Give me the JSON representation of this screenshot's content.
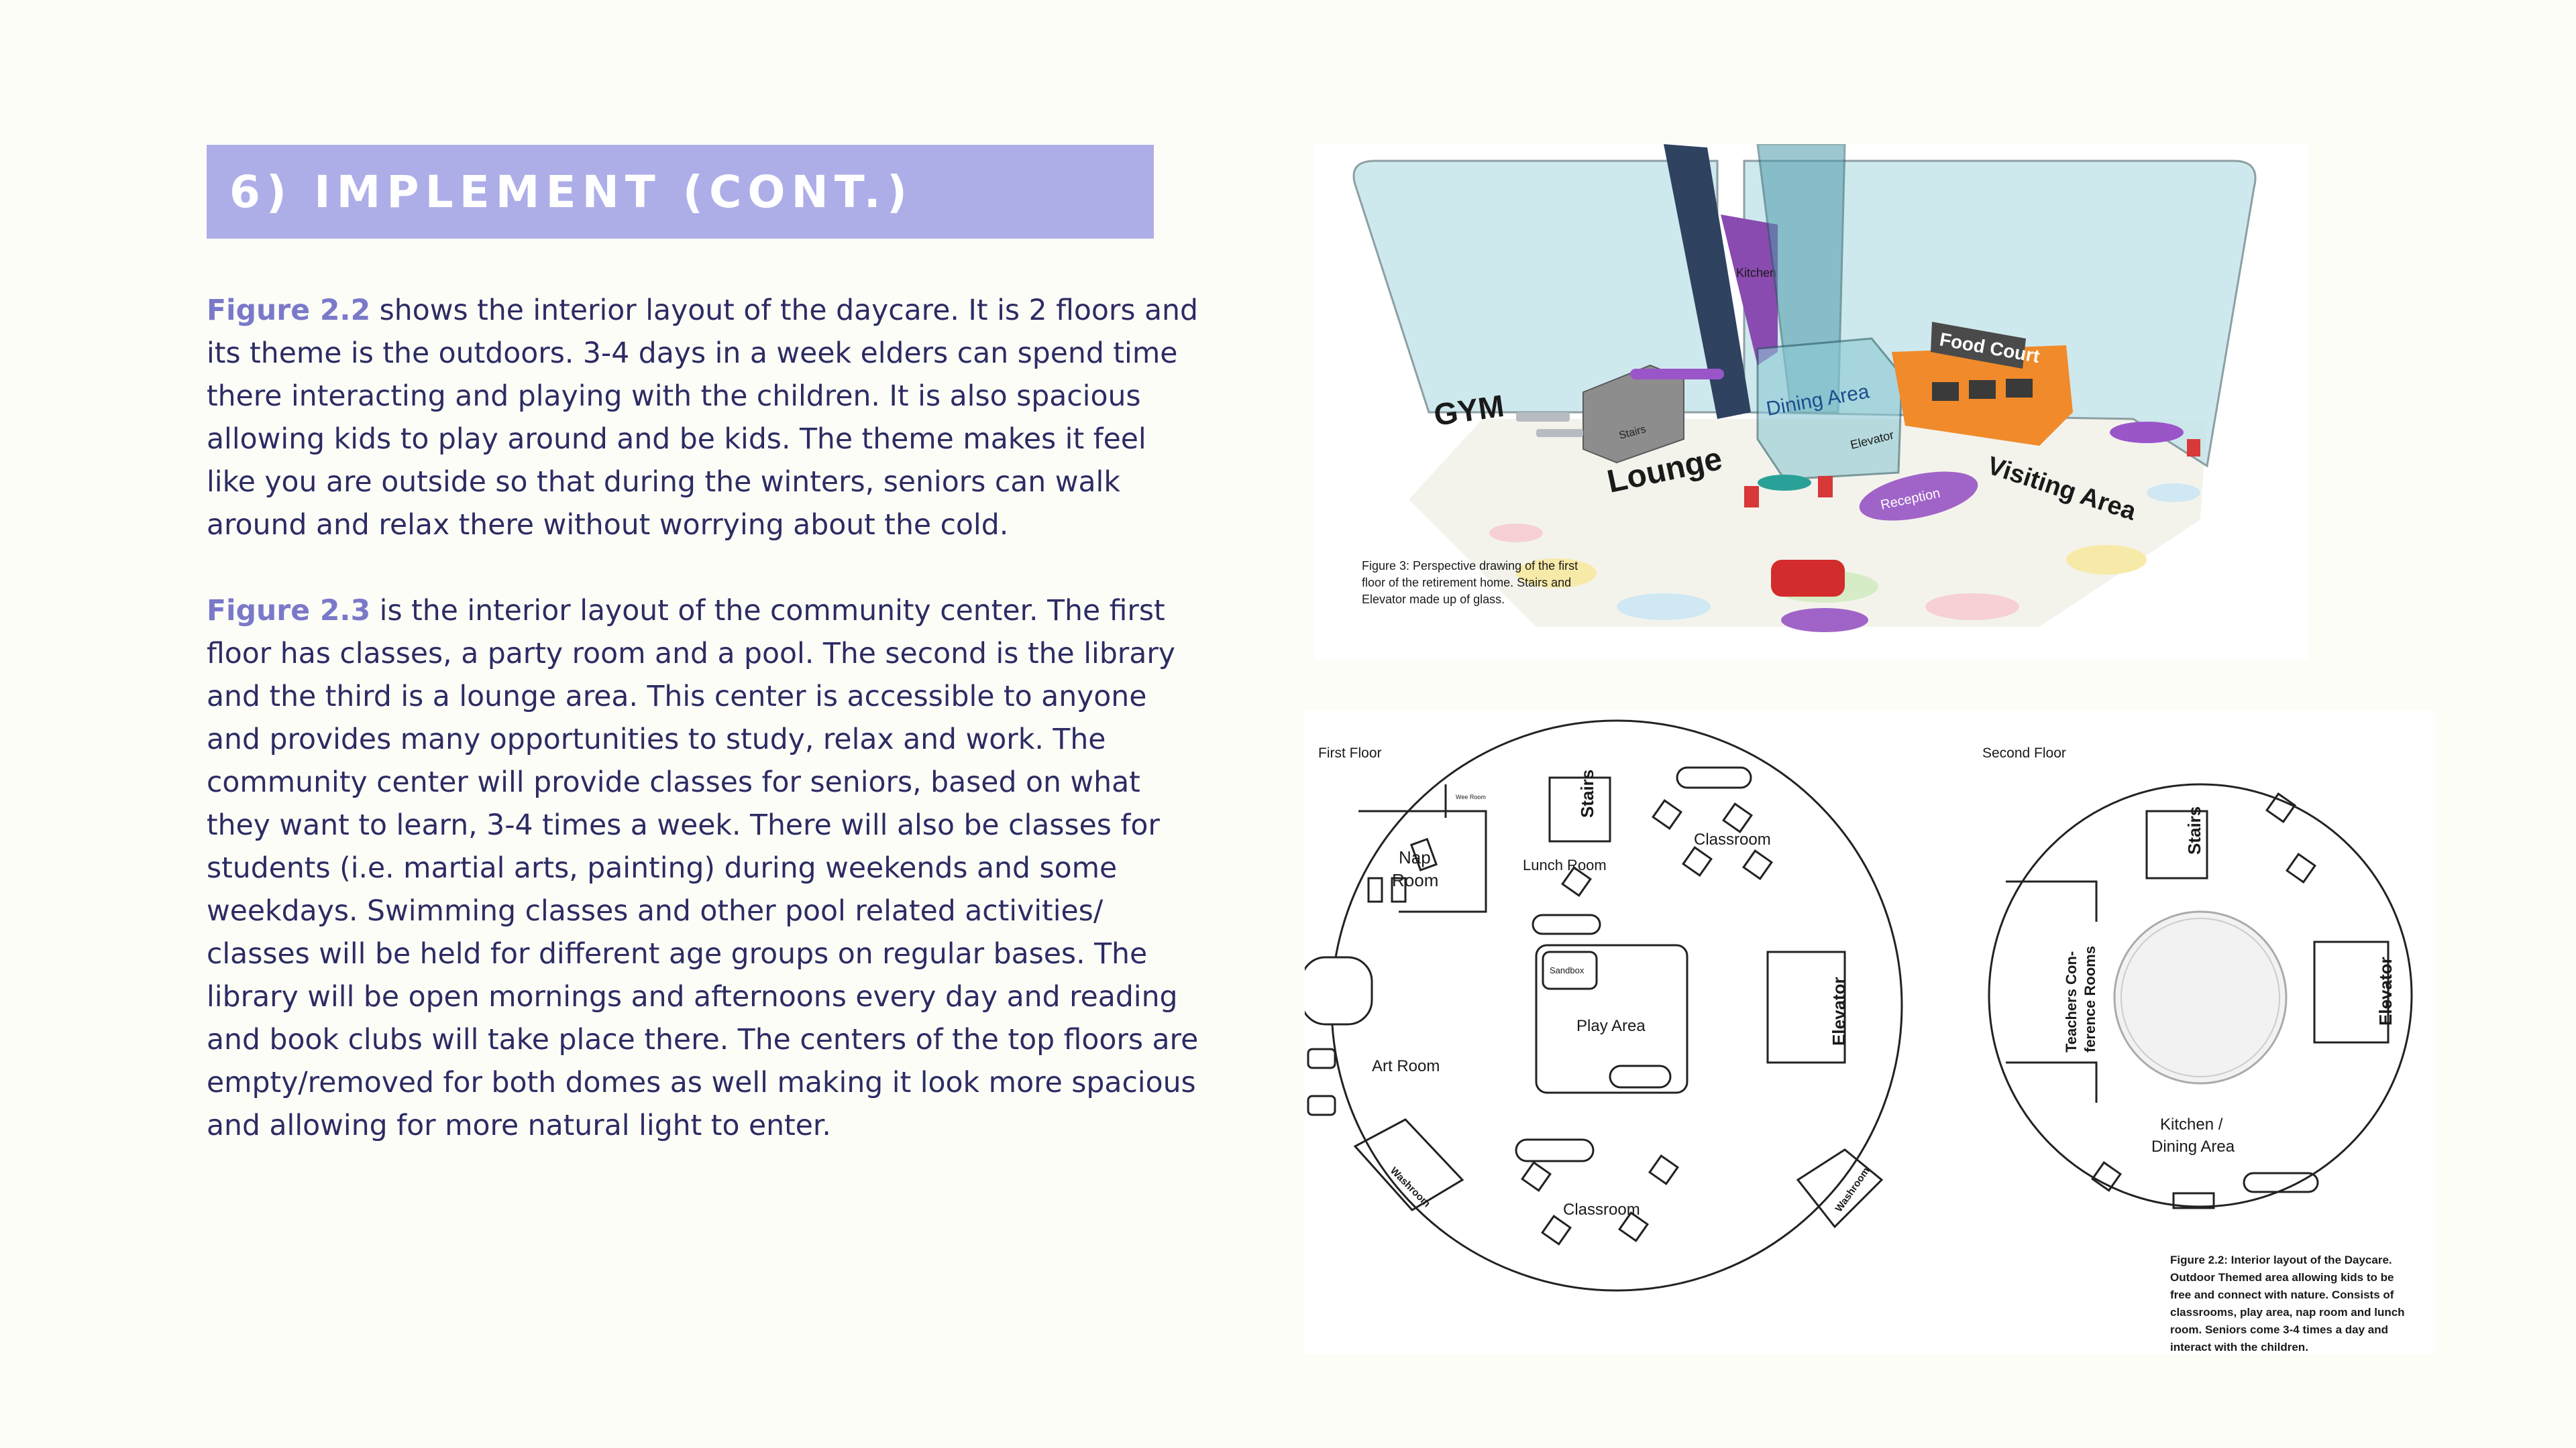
{
  "slide": {
    "title": "6) IMPLEMENT (CONT.)",
    "paragraph1": {
      "figure_ref": "Figure 2.2",
      "text": " shows the interior layout of the daycare. It is 2 floors and its theme is the outdoors. 3-4 days in a week elders can spend time there interacting and playing with the children. It is also spacious allowing kids to play around and be kids. The theme makes it feel like you are outside so that during the winters, seniors can walk around and relax there without worrying about the cold."
    },
    "paragraph2": {
      "figure_ref": "Figure 2.3",
      "text": " is the interior layout of the community center. The first floor has classes, a party room and a pool. The second is the library and the third is a lounge area. This center is accessible to anyone and provides many opportunities to study, relax and work. The community center will provide classes for seniors, based on what they want to learn, 3-4 times a week. There will also be classes for students (i.e. martial arts, painting) during weekends and some weekdays. Swimming classes and other pool related activities/ classes will be held for different age groups on regular bases. The library will be open mornings and afternoons every day and reading and book clubs will take place there. The centers of the top floors are empty/removed for both domes as well making it look more spacious and allowing for more natural light to enter."
    }
  },
  "render": {
    "labels": {
      "gym": "GYM",
      "lounge": "Lounge",
      "kitchen": "Kitchen",
      "dining": "Dining Area",
      "elevator": "Elevator",
      "stairs": "Stairs",
      "food_court": "Food Court",
      "visiting": "Visiting Area",
      "reception": "Reception"
    },
    "caption_lines": [
      "Figure 3: Perspective drawing of the first",
      "floor of the retirement home. Stairs and",
      "Elevator made up of glass."
    ]
  },
  "floorplan": {
    "first_floor": {
      "heading": "First Floor",
      "rooms": {
        "stairs": "Stairs",
        "classroom_top": "Classroom",
        "nap_room_1": "Nap",
        "nap_room_2": "Room",
        "lunch_room": "Lunch Room",
        "sandbox": "Sandbox",
        "play_area": "Play Area",
        "elevator": "Elevator",
        "art_room": "Art Room",
        "washroom_left": "Washroom",
        "washroom_right": "Washroom",
        "classroom_bottom": "Classroom",
        "wee_room": "Wee Room"
      }
    },
    "second_floor": {
      "heading": "Second Floor",
      "rooms": {
        "stairs": "Stairs",
        "teachers_1": "Teachers Con-",
        "teachers_2": "ference Rooms",
        "elevator": "Elevator",
        "kitchen_1": "Kitchen /",
        "kitchen_2": "Dining Area"
      }
    },
    "caption_lines": [
      "Figure 2.2: Interior layout of the Daycare.",
      "Outdoor Themed area allowing kids to be",
      "free and connect with nature. Consists of",
      "classrooms, play area, nap room and lunch",
      "room. Seniors come 3-4 times a day and",
      "interact with the children."
    ]
  },
  "colors": {
    "title_bar": "#adaee8",
    "body_text": "#2c2c63",
    "figure_ref": "#7a79c9"
  }
}
